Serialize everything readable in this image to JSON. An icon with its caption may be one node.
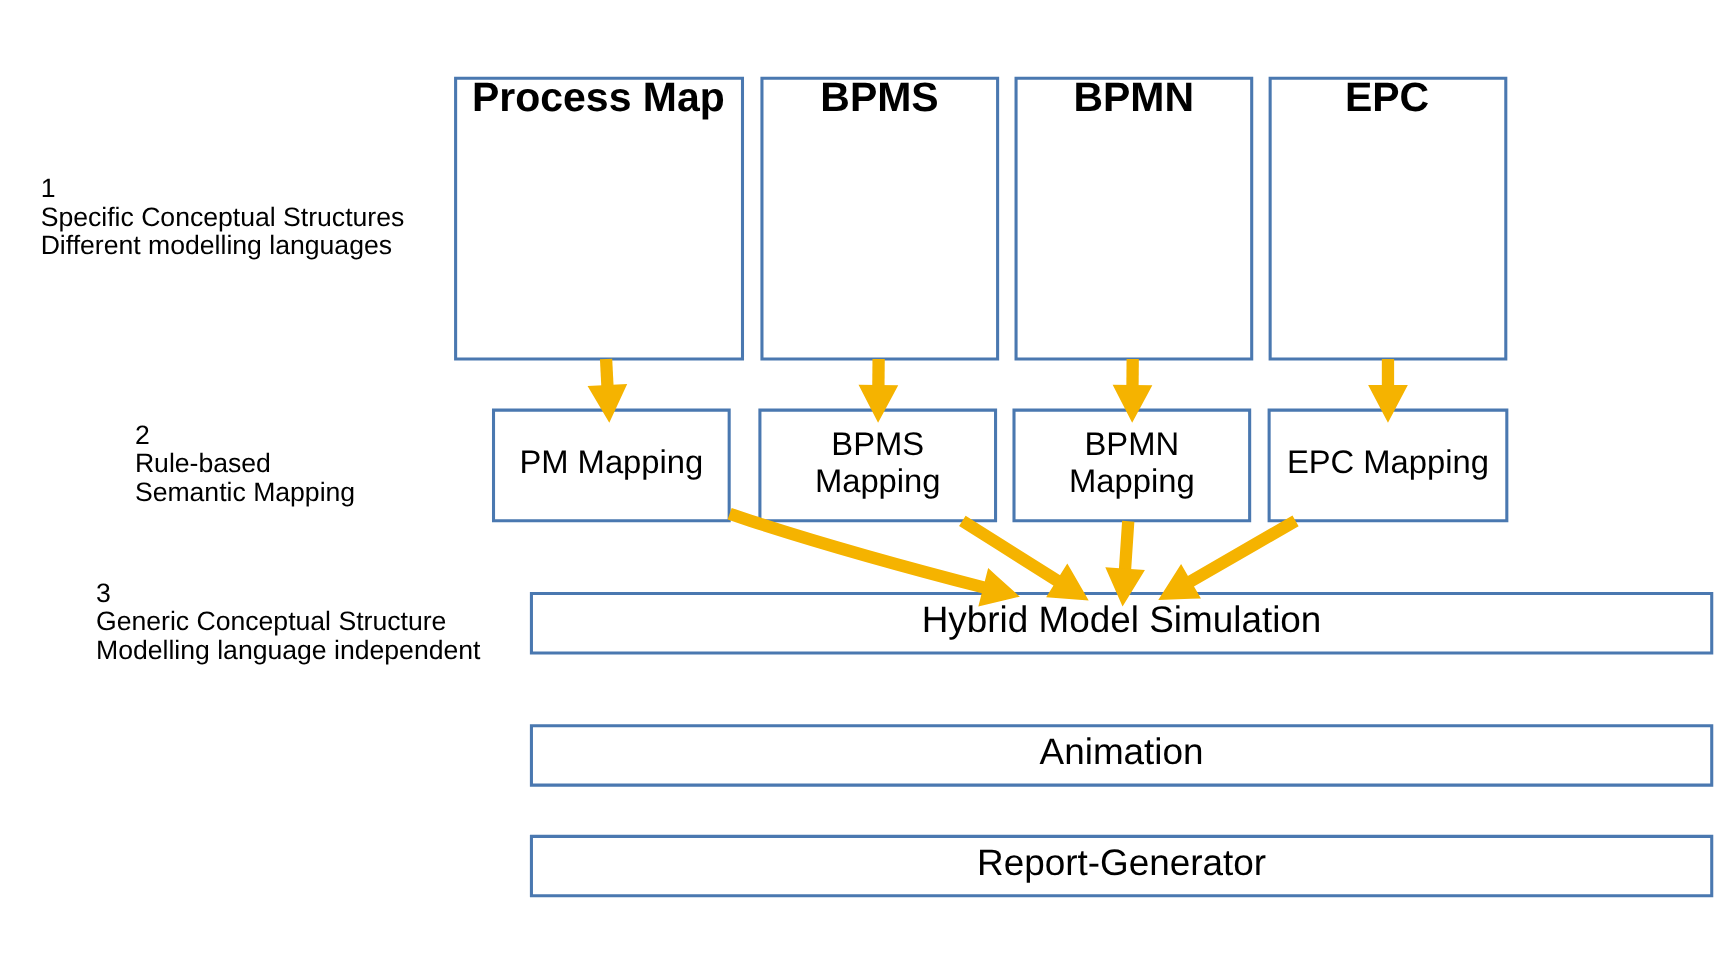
{
  "diagram": {
    "nodes": [
      {
        "text": [
          "Process Map"
        ]
      },
      {
        "text": [
          "BPMS"
        ]
      },
      {
        "text": [
          "BPMN"
        ]
      },
      {
        "text": [
          "EPC"
        ]
      },
      {
        "text": [
          "PM Mapping"
        ]
      },
      {
        "text": [
          "BPMS Mapping"
        ]
      },
      {
        "text": [
          "BPMN Mapping"
        ]
      },
      {
        "text": [
          "EPC Mapping"
        ]
      },
      {
        "text": [
          "Hybrid Model Simulation"
        ]
      },
      {
        "text": [
          "Animation"
        ]
      },
      {
        "text": [
          "Report-Generator"
        ]
      }
    ],
    "edges": [
      {
        "from": 0,
        "to": 4,
        "arrow": "to"
      },
      {
        "from": 1,
        "to": 5,
        "arrow": "to"
      },
      {
        "from": 2,
        "to": 6,
        "arrow": "to"
      },
      {
        "from": 3,
        "to": 7,
        "arrow": "to"
      },
      {
        "from": 4,
        "to": 8,
        "arrow": "to"
      },
      {
        "from": 5,
        "to": 8,
        "arrow": "to"
      },
      {
        "from": 6,
        "to": 8,
        "arrow": "to"
      },
      {
        "from": 7,
        "to": 8,
        "arrow": "to"
      }
    ],
    "labels": [
      "1",
      "Specific Conceptual Structures",
      "Different modelling languages",
      "2",
      "Rule-based",
      "Semantic Mapping",
      "3",
      "Generic Conceptual Structure",
      "Modelling language independent"
    ]
  }
}
